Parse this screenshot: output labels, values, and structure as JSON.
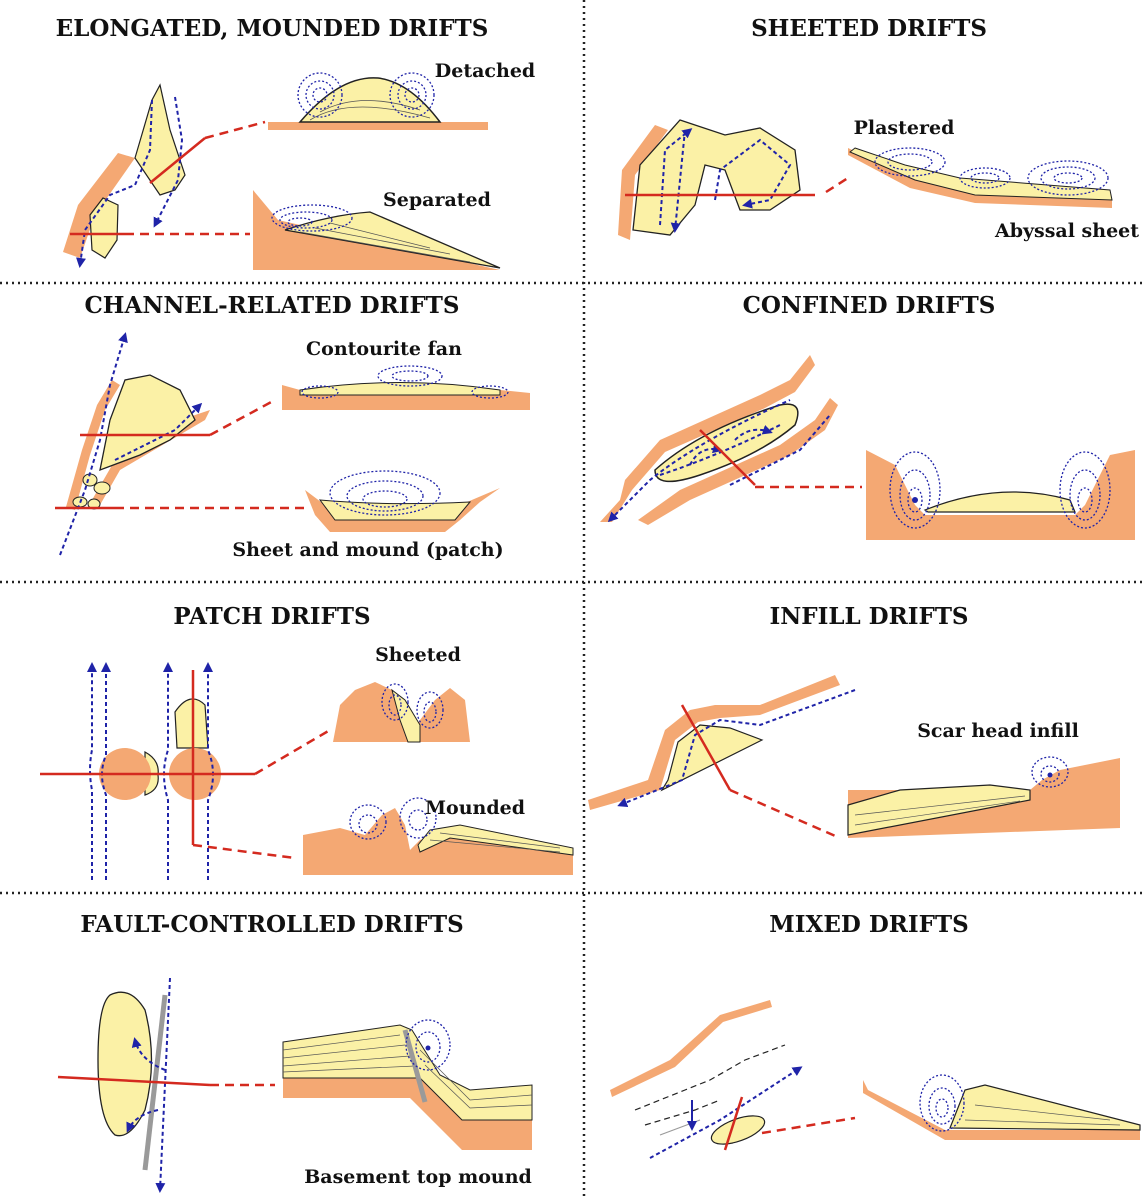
{
  "colors": {
    "slope": "#f4a873",
    "sediment": "#fbf1a6",
    "current": "#1f23a8",
    "profile_line": "#d42a1f",
    "outline": "#222222",
    "fault": "#9a9a9a"
  },
  "panels": [
    {
      "title": "ELONGATED, MOUNDED DRIFTS",
      "labels": [
        "Detached",
        "Separated"
      ]
    },
    {
      "title": "SHEETED DRIFTS",
      "labels": [
        "Plastered",
        "Abyssal sheet"
      ]
    },
    {
      "title": "CHANNEL-RELATED DRIFTS",
      "labels": [
        "Contourite fan",
        "Sheet and mound (patch)"
      ]
    },
    {
      "title": "CONFINED DRIFTS",
      "labels": []
    },
    {
      "title": "PATCH DRIFTS",
      "labels": [
        "Sheeted",
        "Mounded"
      ]
    },
    {
      "title": "INFILL DRIFTS",
      "labels": [
        "Scar head infill"
      ]
    },
    {
      "title": "FAULT-CONTROLLED  DRIFTS",
      "labels": [
        "Basement top mound"
      ]
    },
    {
      "title": "MIXED DRIFTS",
      "labels": []
    }
  ]
}
